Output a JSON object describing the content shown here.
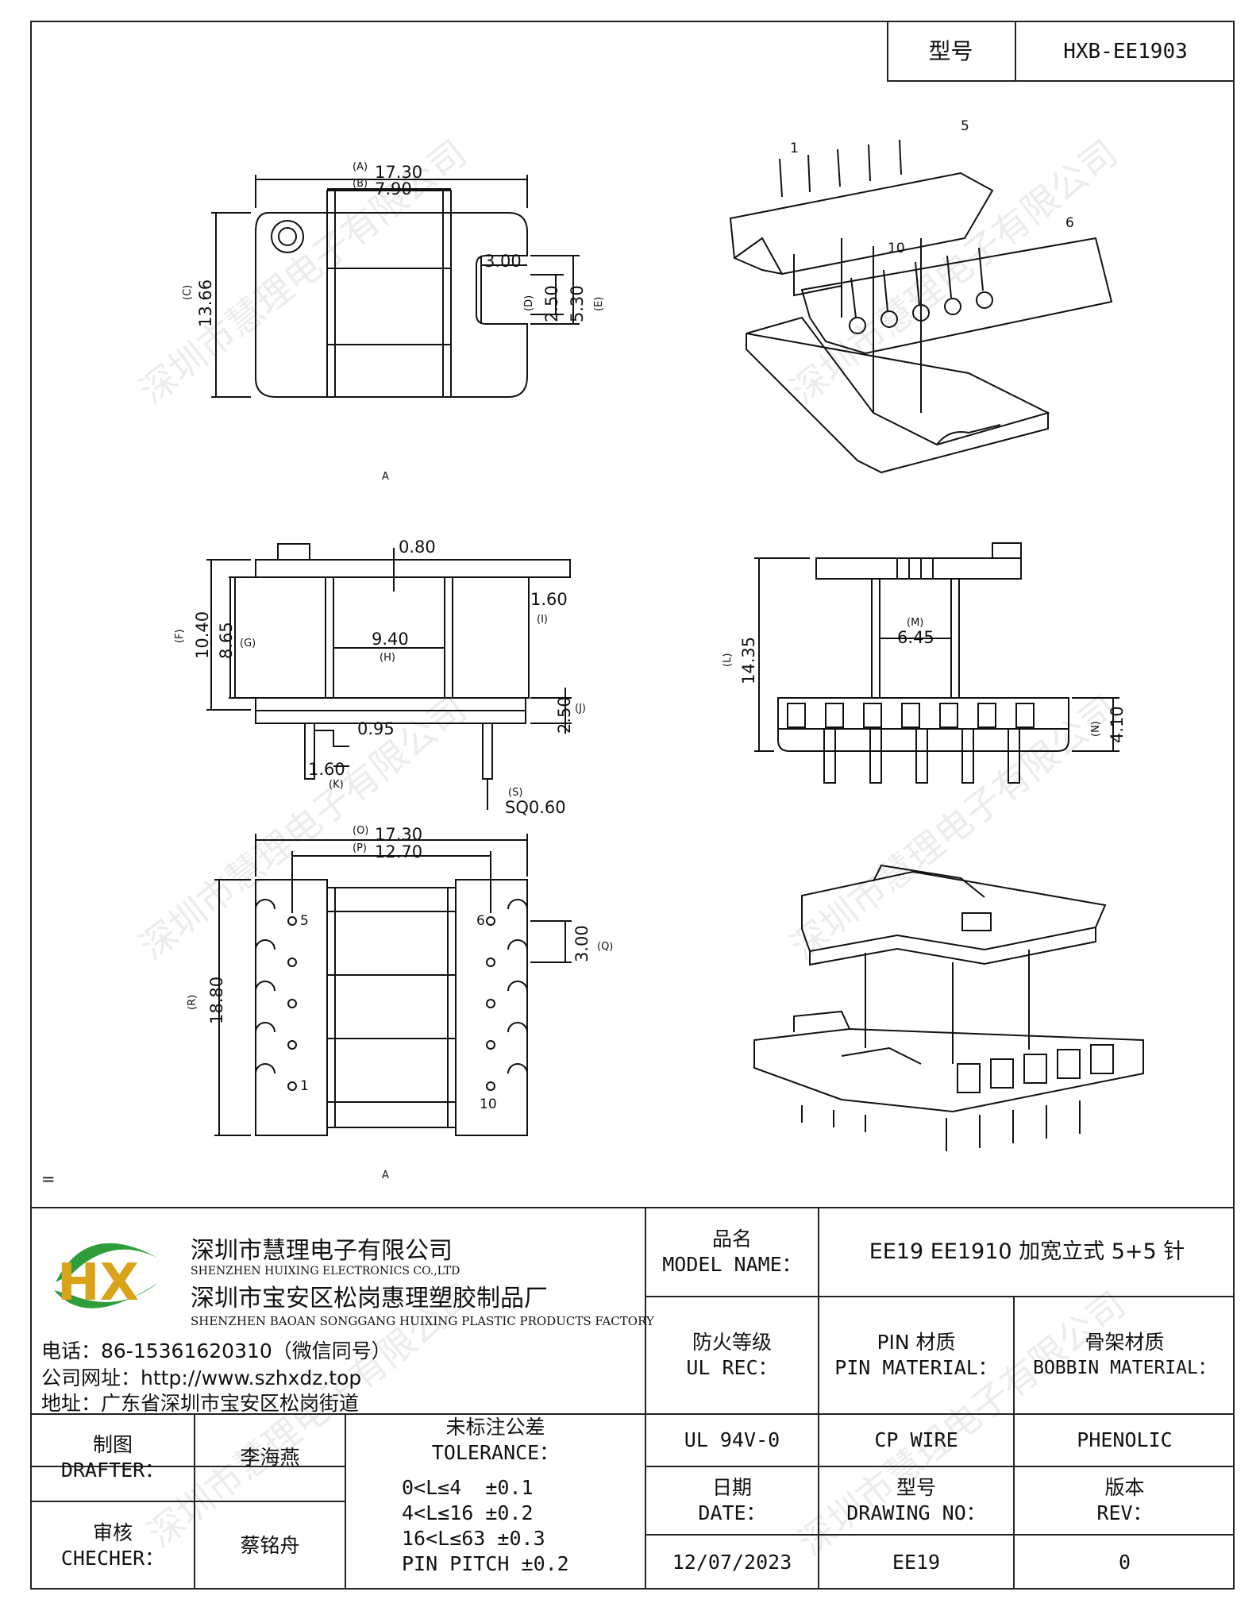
{
  "header": {
    "model_label": "型号",
    "model_value": "HXB-EE1903"
  },
  "drawing": {
    "top_view": {
      "a_label": "(A)",
      "a_value": "17.30",
      "b_label": "(B)",
      "b_value": "7.90",
      "c_label": "(C)",
      "c_value": "13.66",
      "slot_value": "3.00",
      "d_label": "(D)",
      "d_value": "2.50",
      "e_label": "(E)",
      "e_value": "5.30",
      "mark": "A"
    },
    "iso_top": {
      "pin1": "1",
      "pin5": "5",
      "pin6": "6",
      "pin10": "10"
    },
    "front_view": {
      "top_value": "0.80",
      "i_value": "1.60",
      "i_label": "(I)",
      "f_label": "(F)",
      "f_value": "10.40",
      "g_value": "8.65",
      "g_label": "(G)",
      "h_value": "9.40",
      "h_label": "(H)",
      "j_value": "2.50",
      "j_label": "(J)",
      "gap_value": "0.95",
      "k_value": "1.60",
      "k_label": "(K)",
      "s_label": "(S)",
      "s_value": "SQ0.60"
    },
    "side_view": {
      "m_label": "(M)",
      "m_value": "6.45",
      "l_label": "(L)",
      "l_value": "14.35",
      "n_label": "(N)",
      "n_value": "4.10"
    },
    "bottom_view": {
      "o_label": "(O)",
      "o_value": "17.30",
      "p_label": "(P)",
      "p_value": "12.70",
      "r_label": "(R)",
      "r_value": "18.80",
      "q_value": "3.00",
      "q_label": "(Q)",
      "pin5": "5",
      "pin6": "6",
      "pin1": "1",
      "pin10": "10",
      "mark": "A"
    },
    "side_mark": "="
  },
  "company": {
    "logo_text": "HX",
    "name_cn": "深圳市慧理电子有限公司",
    "name_en": "SHENZHEN HUIXING ELECTRONICS CO.,LTD",
    "factory_cn": "深圳市宝安区松岗惠理塑胶制品厂",
    "factory_en": "SHENZHEN BAOAN SONGGANG HUIXING PLASTIC PRODUCTS FACTORY",
    "phone": "电话：86-15361620310（微信同号）",
    "website": "公司网址：http://www.szhxdz.top",
    "address": "地址：广东省深圳市宝安区松岗街道"
  },
  "titleblock": {
    "model_name_cn": "品名",
    "model_name_en": "MODEL NAME：",
    "model_name_value": "EE19 EE1910 加宽立式 5+5 针",
    "ul_cn": "防火等级",
    "ul_en": "UL REC：",
    "pin_cn": "PIN 材质",
    "pin_en": "PIN MATERIAL：",
    "bobbin_cn": "骨架材质",
    "bobbin_en": "BOBBIN MATERIAL：",
    "ul_value": "UL 94V-0",
    "pin_value": "CP WIRE",
    "bobbin_value": "PHENOLIC",
    "drafter_cn": "制图",
    "drafter_en": "DRAFTER：",
    "drafter_value": "李海燕",
    "checker_cn": "审核",
    "checker_en": "CHECHER：",
    "checker_value": "蔡铭舟",
    "tolerance_cn": "未标注公差",
    "tolerance_en": "TOLERANCE：",
    "tolerance_lines": [
      "0<L≤4  ±0.1",
      "4<L≤16 ±0.2",
      "16<L≤63 ±0.3",
      "PIN PITCH ±0.2"
    ],
    "date_cn": "日期",
    "date_en": "DATE：",
    "drawing_no_cn": "型号",
    "drawing_no_en": "DRAWING NO：",
    "rev_cn": "版本",
    "rev_en": "REV：",
    "date_value": "12/07/2023",
    "drawing_no_value": "EE19",
    "rev_value": "0"
  },
  "watermark": "深圳市慧理电子有限公司"
}
